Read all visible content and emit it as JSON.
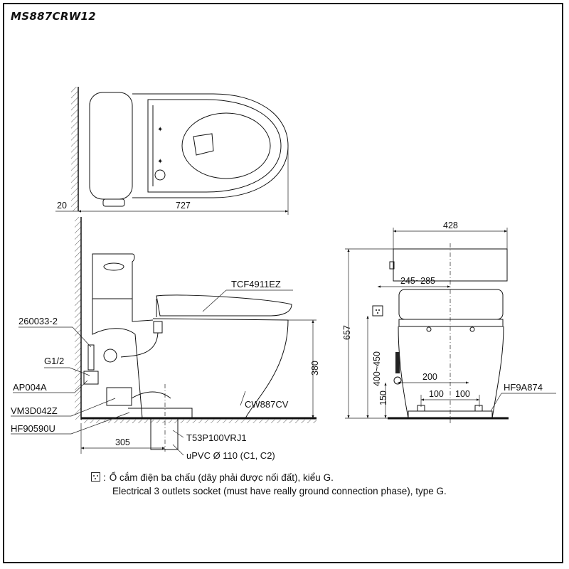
{
  "title": "MS887CRW12",
  "dimensions": {
    "wall_gap": "20",
    "length": "727",
    "width": "428",
    "outlet_offset": "245~285",
    "height": "657",
    "seat_height": "380",
    "inlet_height_range": "400~450",
    "inlet_spacing": "200",
    "half_spacing_left": "100",
    "half_spacing_right": "100",
    "inlet_low_height": "150",
    "drain_distance": "305"
  },
  "parts": {
    "seat": "TCF4911EZ",
    "bowl": "CW887CV",
    "hose": "260033-2",
    "thread": "G1/2",
    "valve": "AP004A",
    "hose_kit": "VM3D042Z",
    "flange": "HF90590U",
    "drain_pipe": "T53P100VRJ1",
    "pvc": "uPVC Ø 110 (C1, C2)",
    "fix_kit": "HF9A874"
  },
  "note": {
    "vi": "Ổ cắm điện ba chấu (dây phải được nối đất), kiểu G.",
    "en": "Electrical 3 outlets socket (must have really ground connection phase), type G.",
    "colon": ":"
  }
}
